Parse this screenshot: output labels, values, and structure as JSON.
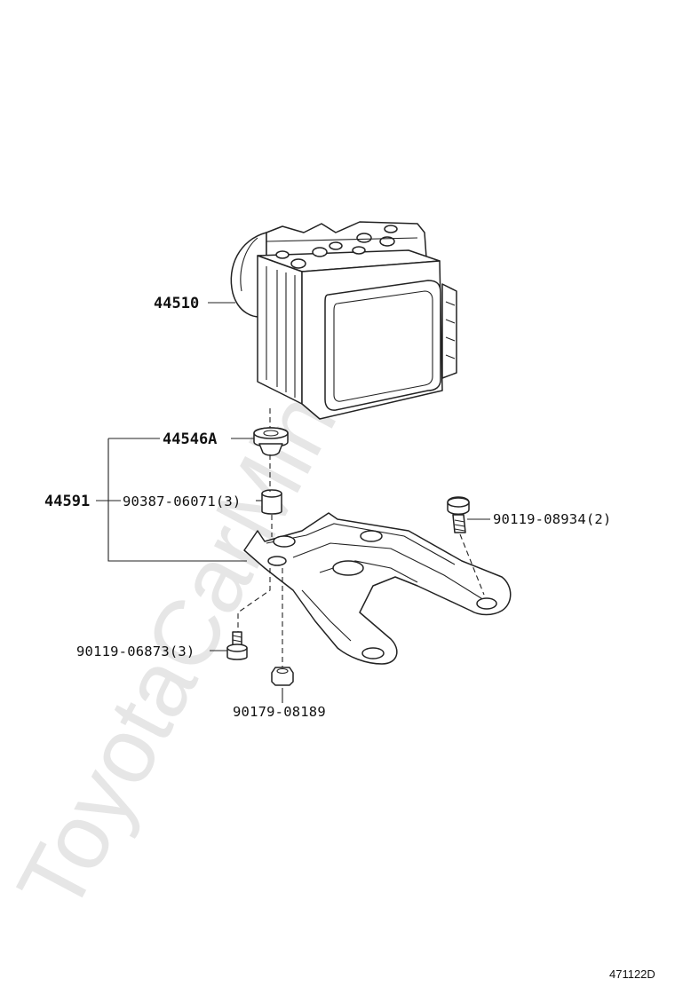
{
  "watermark": "ToyotaCarMine.ru",
  "callouts": {
    "abs_actuator": "44510",
    "bracket_assembly": "44591",
    "cushion": "44546A",
    "collar": "90387-06071(3)",
    "bolt_right": "90119-08934(2)",
    "bolt_left": "90119-06873(3)",
    "nut": "90179-08189"
  },
  "figure_ref": "471122D"
}
